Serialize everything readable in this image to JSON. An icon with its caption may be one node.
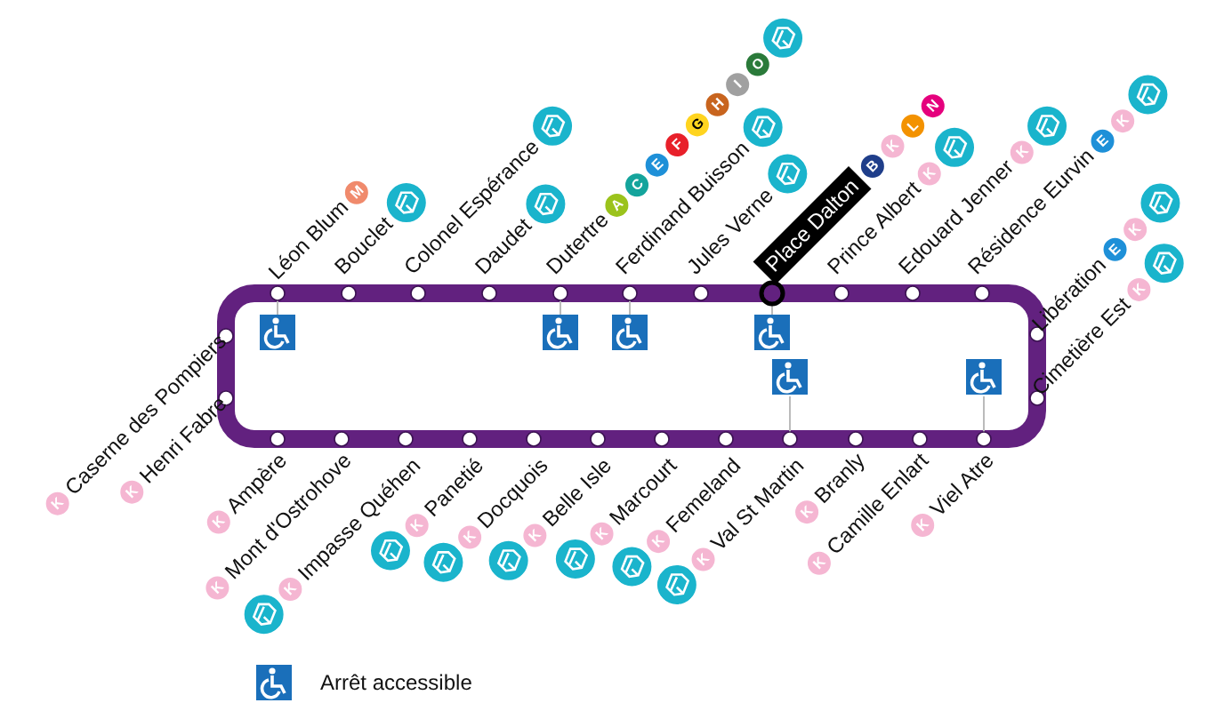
{
  "diagram": {
    "labels": [
      "Léon Blum",
      "M",
      "Bouclet",
      "Colonel Espérance",
      "Daudet",
      "Dutertre",
      "A",
      "C",
      "E",
      "F",
      "G",
      "H",
      "I",
      "O",
      "Ferdinand Buisson",
      "Jules Verne",
      "Place Dalton",
      "B",
      "K",
      "L",
      "N",
      "Prince Albert",
      "K",
      "Edouard Jenner",
      "K",
      "Résidence Eurvin",
      "E",
      "K",
      "Libération",
      "E",
      "K",
      "Cimetière Est",
      "K",
      "Caserne des Pompiers",
      "K",
      "Henri Fabre",
      "K",
      "Ampère",
      "K",
      "Mont d'Ostrohove",
      "K",
      "Impasse Quéhen",
      "K",
      "Panetié",
      "K",
      "Docquois",
      "K",
      "Belle Isle",
      "K",
      "Marcourt",
      "K",
      "Femeland",
      "K",
      "Val St Martin",
      "K",
      "Branly",
      "K",
      "Camille Enlart",
      "K",
      "Viel Atre",
      "K"
    ],
    "legend": [
      {
        "text": "Arrêt accessible"
      }
    ]
  }
}
